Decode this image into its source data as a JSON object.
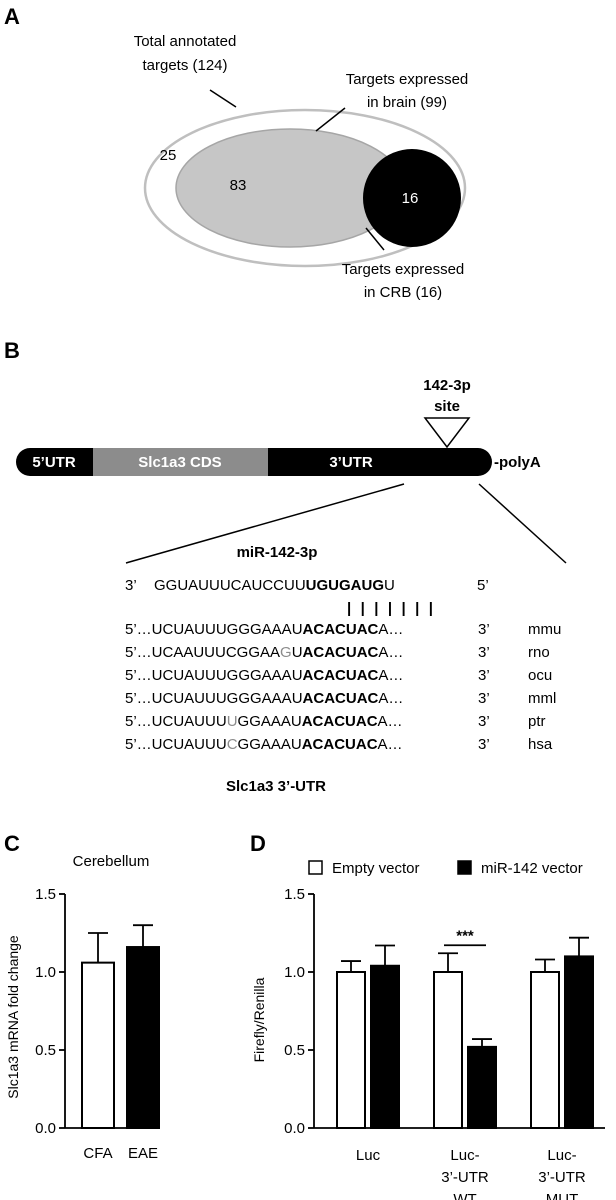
{
  "panels": {
    "a": "A",
    "b": "B",
    "c": "C",
    "d": "D"
  },
  "venn": {
    "outer_label_l1": "Total annotated",
    "outer_label_l2": "targets (124)",
    "outer_count": "25",
    "middle_label_l1": "Targets expressed",
    "middle_label_l2": "in brain (99)",
    "middle_count": "83",
    "inner_label_l1": "Targets expressed",
    "inner_label_l2": "in CRB (16)",
    "inner_count": "16",
    "colors": {
      "outer_stroke": "#bfbfbf",
      "middle_fill": "#c6c6c6",
      "inner_fill": "#000000"
    }
  },
  "schematic": {
    "site_l1": "142-3p",
    "site_l2": "site",
    "utr5": "5’UTR",
    "cds": "Slc1a3 CDS",
    "utr3": "3’UTR",
    "polya": "-polyA",
    "mir_title": "miR-142-3p",
    "mir_prime_left": "3’",
    "mir_seq_pre": "GGUAUUUCAUCCUU",
    "mir_seq_bold": "UGUGAUG",
    "mir_seq_post": "U",
    "mir_prime_right": "5’",
    "pairing": "|||||||",
    "utr_title": "Slc1a3 3’-UTR",
    "rows": [
      {
        "left": "5’…UCUAUUUGGGAAAU",
        "gray": "",
        "mid": "",
        "bold": "ACACUAC",
        "post": "A…",
        "end": "3’",
        "species": "mmu"
      },
      {
        "left": "5’…UCAAUUUCGGAA",
        "gray": "G",
        "mid": "U",
        "bold": "ACACUAC",
        "post": "A…",
        "end": "3’",
        "species": "rno"
      },
      {
        "left": "5’…UCUAUUUGGGAAAU",
        "gray": "",
        "mid": "",
        "bold": "ACACUAC",
        "post": "A…",
        "end": "3’",
        "species": "ocu"
      },
      {
        "left": "5’…UCUAUUUGGGAAAU",
        "gray": "",
        "mid": "",
        "bold": "ACACUAC",
        "post": "A…",
        "end": "3’",
        "species": "mml"
      },
      {
        "left": "5’…UCUAUUU",
        "gray": "U",
        "mid": "GGAAAU",
        "bold": "ACACUAC",
        "post": "A…",
        "end": "3’",
        "species": "ptr"
      },
      {
        "left": "5’…UCUAUUU",
        "gray": "C",
        "mid": "GGAAAU",
        "bold": "ACACUAC",
        "post": "A…",
        "end": "3’",
        "species": "hsa"
      }
    ]
  },
  "chart_data": [
    {
      "type": "bar",
      "title": "Cerebellum",
      "ylabel": "Slc1a3 mRNA fold change",
      "xlabel": "",
      "ylim": [
        0.0,
        1.5
      ],
      "yticks": [
        "0.0",
        "0.5",
        "1.0",
        "1.5"
      ],
      "categories": [
        "CFA",
        "EAE"
      ],
      "values": [
        1.06,
        1.16
      ],
      "errors": [
        0.19,
        0.14
      ],
      "colors": [
        "#ffffff",
        "#000000"
      ]
    },
    {
      "type": "bar",
      "title": "",
      "ylabel": "Firefly/Renilla",
      "xlabel": "",
      "ylim": [
        0.0,
        1.5
      ],
      "yticks": [
        "0.0",
        "0.5",
        "1.0",
        "1.5"
      ],
      "categories": [
        [
          "Luc"
        ],
        [
          "Luc-",
          "3’-UTR",
          "WT"
        ],
        [
          "Luc-",
          "3’-UTR",
          "MUT"
        ]
      ],
      "legend_position": "top",
      "series": [
        {
          "name": "Empty vector",
          "color": "#ffffff",
          "values": [
            1.0,
            1.0,
            1.0
          ],
          "errors": [
            0.07,
            0.12,
            0.08
          ]
        },
        {
          "name": "miR-142 vector",
          "color": "#000000",
          "values": [
            1.04,
            0.52,
            1.1
          ],
          "errors": [
            0.13,
            0.05,
            0.12
          ]
        }
      ],
      "annotations": [
        {
          "text": "***",
          "category": 1
        }
      ]
    }
  ]
}
